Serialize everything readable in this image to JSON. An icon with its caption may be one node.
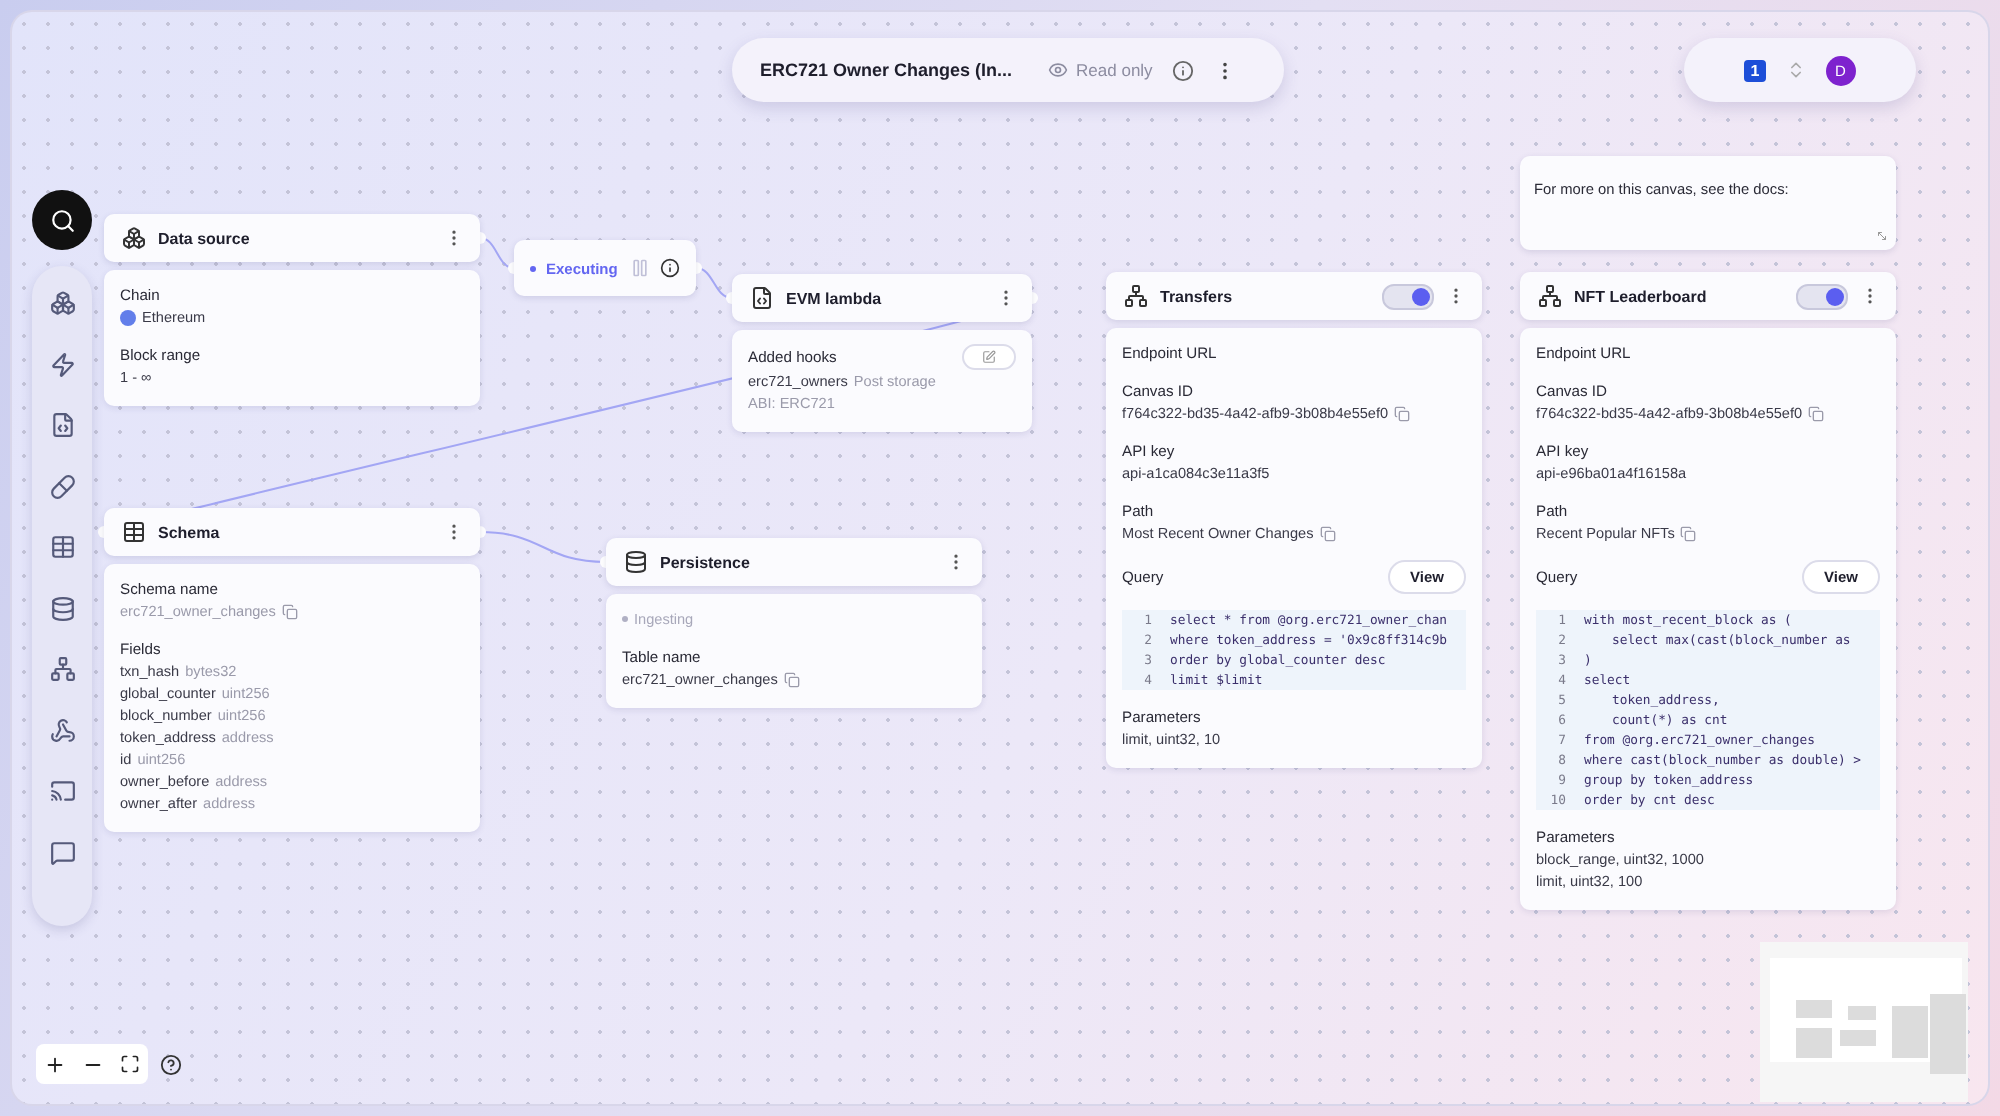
{
  "diagram": {
    "nodes": [
      {
        "text": [
          "Data source",
          "Chain",
          "Ethereum",
          "Block range",
          "1 - ∞"
        ]
      },
      {
        "text": [
          "Executing"
        ]
      },
      {
        "text": [
          "EVM lambda",
          "Added hooks",
          "erc721_owners",
          "Post storage",
          "ABI: ERC721"
        ]
      },
      {
        "text": [
          "Transfers",
          "Endpoint URL",
          "Canvas ID",
          "f764c322-bd35-4a42-afb9-3b08b4e55ef0",
          "API key",
          "api-a1ca084c3e11a3f5",
          "Path",
          "Most Recent Owner Changes",
          "Query",
          "View",
          "1",
          "select * from @org.erc721_owner_chan",
          "2",
          "where token_address = '0x9c8ff314c9b",
          "3",
          "order by global_counter desc",
          "4",
          "limit $limit",
          "Parameters",
          "limit, uint32, 10"
        ]
      },
      {
        "text": [
          "For more on this canvas, see the docs:"
        ]
      },
      {
        "text": [
          "NFT Leaderboard",
          "Endpoint URL",
          "Canvas ID",
          "f764c322-bd35-4a42-afb9-3b08b4e55ef0",
          "API key",
          "api-e96ba01a4f16158a",
          "Path",
          "Recent Popular NFTs",
          "Query",
          "View",
          "1",
          "with most_recent_block as (",
          "2",
          "select max(cast(block_number as",
          "3",
          ")",
          "4",
          "select",
          "5",
          "token_address,",
          "6",
          "count(*) as cnt",
          "7",
          "from @org.erc721_owner_changes",
          "8",
          "where cast(block_number as double) >",
          "9",
          "group by token_address",
          "10",
          "order by cnt desc",
          "Parameters",
          "block_range, uint32, 1000",
          "limit, uint32, 100"
        ]
      },
      {
        "text": [
          "Schema",
          "Schema name",
          "erc721_owner_changes",
          "Fields",
          "txn_hash",
          "bytes32",
          "global_counter",
          "uint256",
          "block_number",
          "uint256",
          "token_address",
          "address",
          "id",
          "uint256",
          "owner_before",
          "address",
          "owner_after",
          "address"
        ]
      },
      {
        "text": [
          "Persistence",
          "Ingesting",
          "Table name",
          "erc721_owner_changes"
        ]
      }
    ],
    "edges": [
      {
        "from": 0,
        "to": 1,
        "arrow": "none"
      },
      {
        "from": 1,
        "to": 2,
        "arrow": "none"
      },
      {
        "from": 2,
        "to": 6,
        "arrow": "none"
      },
      {
        "from": 6,
        "to": 7,
        "arrow": "none"
      }
    ],
    "labels": [
      "ERC721 Owner Changes (In...",
      "Read only",
      "1",
      "D"
    ]
  }
}
